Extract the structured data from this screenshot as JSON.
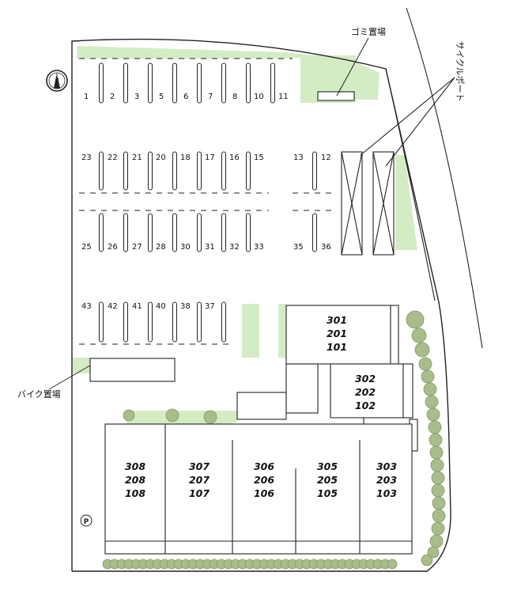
{
  "labels": {
    "garbage": "ゴミ置場",
    "bicycle": "サイクルポート",
    "bike": "バイク置場",
    "parking_mark": "P",
    "north_mark": "N"
  },
  "colors": {
    "green": "#d4ecc4",
    "shrub": "#a9bd8b",
    "shrub_edge": "#7f9966",
    "line": "#222222"
  },
  "parking": {
    "row1": [
      "1",
      "2",
      "3",
      "5",
      "6",
      "7",
      "8",
      "10",
      "11"
    ],
    "row2a": [
      "23",
      "22",
      "21",
      "20",
      "18",
      "17",
      "16",
      "15"
    ],
    "row2b": [
      "13",
      "12"
    ],
    "row3a": [
      "25",
      "26",
      "27",
      "28",
      "30",
      "31",
      "32",
      "33"
    ],
    "row3b": [
      "35",
      "36"
    ],
    "row4": [
      "43",
      "42",
      "41",
      "40",
      "38",
      "37"
    ]
  },
  "units": {
    "u301": [
      "301",
      "201",
      "101"
    ],
    "u302": [
      "302",
      "202",
      "102"
    ],
    "u308": [
      "308",
      "208",
      "108"
    ],
    "u307": [
      "307",
      "207",
      "107"
    ],
    "u306": [
      "306",
      "206",
      "106"
    ],
    "u305": [
      "305",
      "205",
      "105"
    ],
    "u303": [
      "303",
      "203",
      "103"
    ]
  }
}
